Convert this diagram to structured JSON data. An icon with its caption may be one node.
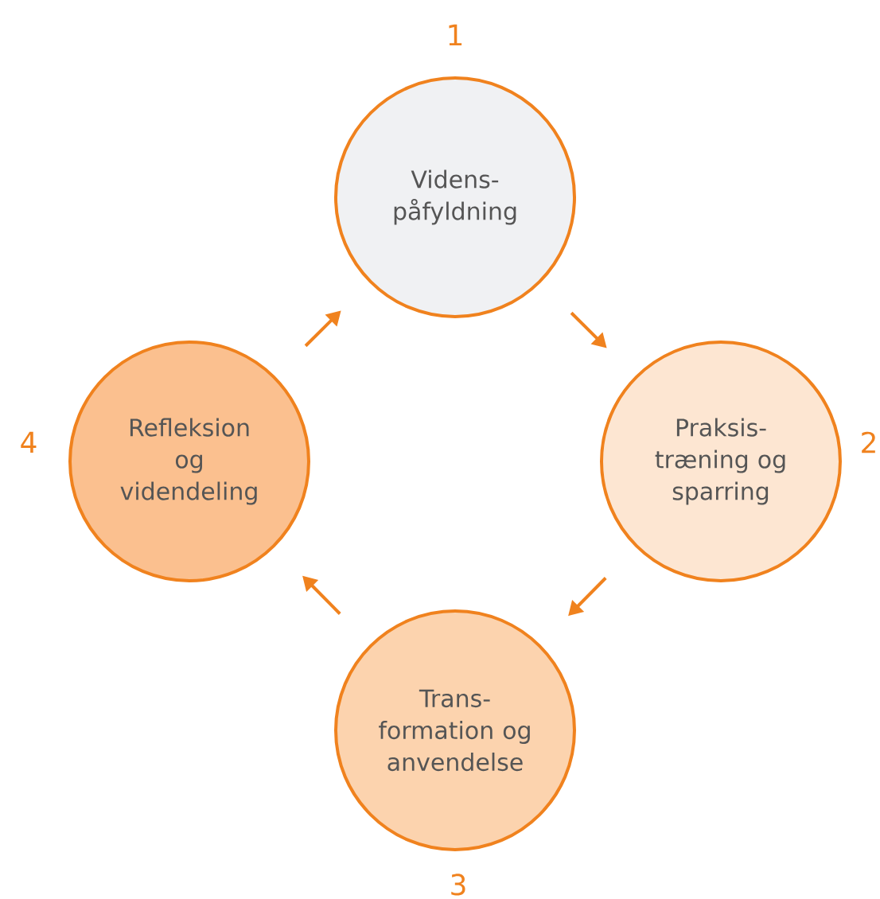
{
  "diagram": {
    "nodes": [
      {
        "text": [
          "Videns- påfyldning"
        ],
        "beside": [
          "1"
        ]
      },
      {
        "text": [
          "Praksis- træning og sparring"
        ],
        "beside": [
          "2"
        ]
      },
      {
        "text": [
          "Trans- formation og anvendelse"
        ],
        "beside": [
          "3"
        ]
      },
      {
        "text": [
          "Refleksion og videndeling"
        ],
        "beside": [
          "4"
        ]
      }
    ],
    "edges": [
      {
        "from": 0,
        "to": 1,
        "arrow": "to"
      },
      {
        "from": 1,
        "to": 2,
        "arrow": "to"
      },
      {
        "from": 2,
        "to": 3,
        "arrow": "to"
      },
      {
        "from": 3,
        "to": 0,
        "arrow": "to"
      }
    ]
  }
}
